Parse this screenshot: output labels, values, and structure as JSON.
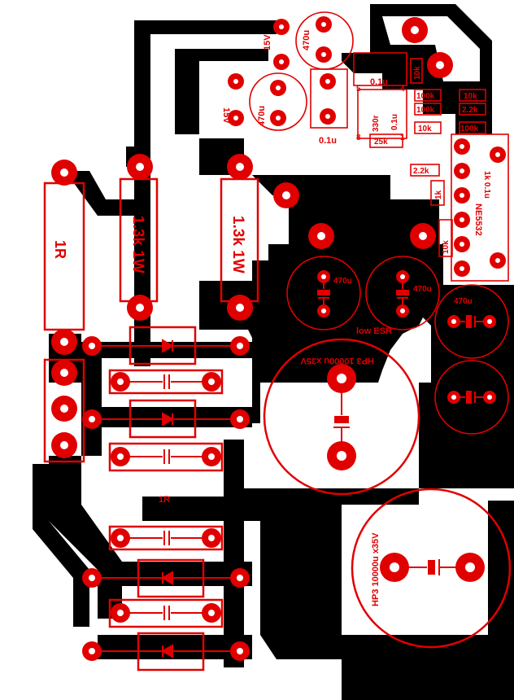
{
  "labels": {
    "diode_15v_top": "15V",
    "cap_470u_top": "470u",
    "diode_15v_mid": "15V",
    "cap_470u_mid": "470u",
    "cap_0_1u_a": "0.1u",
    "cap_0_1u_b": "0.1u",
    "cap_0_1u_c": "0.1u",
    "res_10k_a": "10k",
    "res_10k_b": "10k",
    "res_10k_c": "10k",
    "res_10k_d": "10k",
    "res_100k_a": "100k",
    "res_100k_b": "100k",
    "res_100k_c": "100k",
    "res_2_2k_a": "2.2k",
    "res_2_2k_b": "2.2k",
    "res_1k": "1k",
    "res_25k": "25k",
    "res_330r": "330r",
    "ic_opamp": "NE5532",
    "ic_1k_0_1u": "1k 0.1u",
    "res_1r_big": "1R",
    "res_1_3k_a": "1.3k 1W",
    "res_1_3k_b": "1.3k 1W",
    "cap_470u_a": "470u",
    "cap_470u_b": "470u",
    "cap_470u_c": "470u",
    "low_esr": "low ESR",
    "hp3_upper": "HP3 10000u x35V",
    "hp3_lower": "HP3 10000u x35V",
    "res_1r_small": "1R",
    "pin_8": "8",
    "pin_1": "1",
    "pin_5": "5",
    "pin_4": "4"
  }
}
